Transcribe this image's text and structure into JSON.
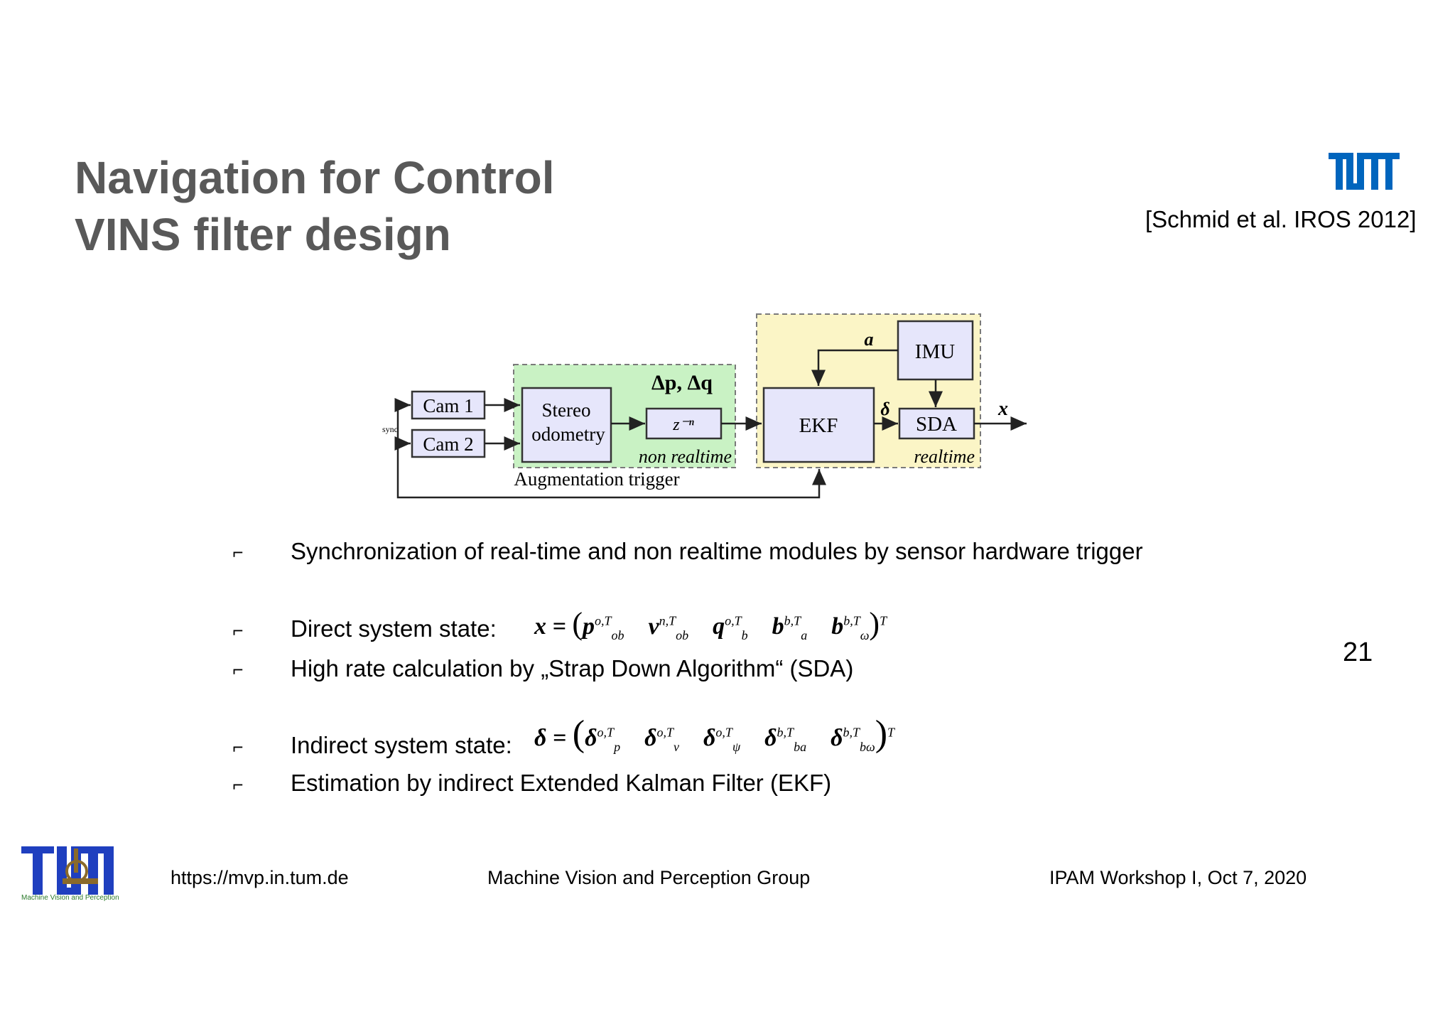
{
  "slide": {
    "title_line1": "Navigation for Control",
    "title_line2": "VINS filter design",
    "citation": "[Schmid et al. IROS 2012]",
    "page_number": "21"
  },
  "diagram": {
    "cam1": "Cam 1",
    "cam2": "Cam 2",
    "sync": "sync",
    "stereo_line1": "Stereo",
    "stereo_line2": "odometry",
    "delta_label": "Δp, Δq",
    "delay": "z⁻ⁿ",
    "non_realtime": "non realtime",
    "ekf": "EKF",
    "imu": "IMU",
    "sda": "SDA",
    "a_label": "a",
    "delta_state_label": "δ",
    "x_label": "x",
    "realtime": "realtime",
    "augmentation": "Augmentation trigger",
    "colors": {
      "green_region": "#c9f2c4",
      "yellow_region": "#fbf5c6",
      "box_fill": "#e6e6fb"
    }
  },
  "bullets": [
    {
      "text": "Synchronization of real-time and non realtime modules by sensor hardware trigger"
    },
    {
      "text": "Direct system state:"
    },
    {
      "text": "High rate calculation by „Strap Down Algorithm“ (SDA)"
    },
    {
      "text": "Indirect system state:"
    },
    {
      "text": "Estimation by indirect Extended Kalman Filter (EKF)"
    }
  ],
  "bullet_symbol": "⌐",
  "equations": {
    "direct_lhs": "x =",
    "indirect_lhs": "δ ="
  },
  "footer": {
    "url": "https://mvp.in.tum.de",
    "group": "Machine Vision and Perception Group",
    "event": "IPAM Workshop I, Oct 7, 2020",
    "logo_caption": "Machine Vision and Perception"
  },
  "icons": [
    "tum-logo-icon",
    "mvp-logo-icon"
  ]
}
